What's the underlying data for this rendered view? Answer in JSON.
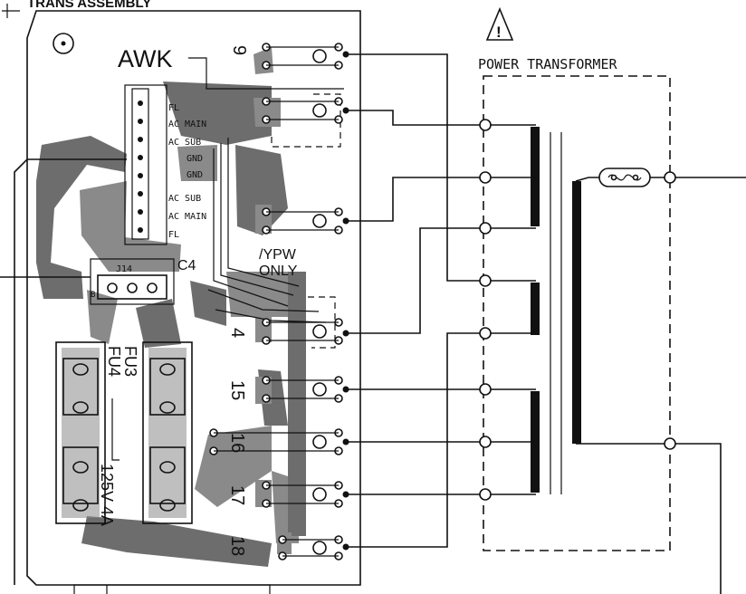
{
  "board": {
    "header": "TRANS ASSEMBLY",
    "awk": "AWK",
    "terminal_labels": [
      "FL",
      "AC MAIN",
      "AC SUB",
      "GND",
      "GND",
      "AC SUB",
      "AC MAIN",
      "FL"
    ],
    "connector": "J14",
    "connector_pin": "B",
    "cap": "C4",
    "ypw": "/YPW",
    "ypw_only": "ONLY",
    "fuse3": "FU3",
    "fuse4": "FU4",
    "fuse_rating": "125V 4A",
    "pins": [
      "9",
      "4",
      "15",
      "16",
      "17",
      "18"
    ]
  },
  "transformer": {
    "title": "POWER TRANSFORMER",
    "warning_symbol": "!"
  }
}
